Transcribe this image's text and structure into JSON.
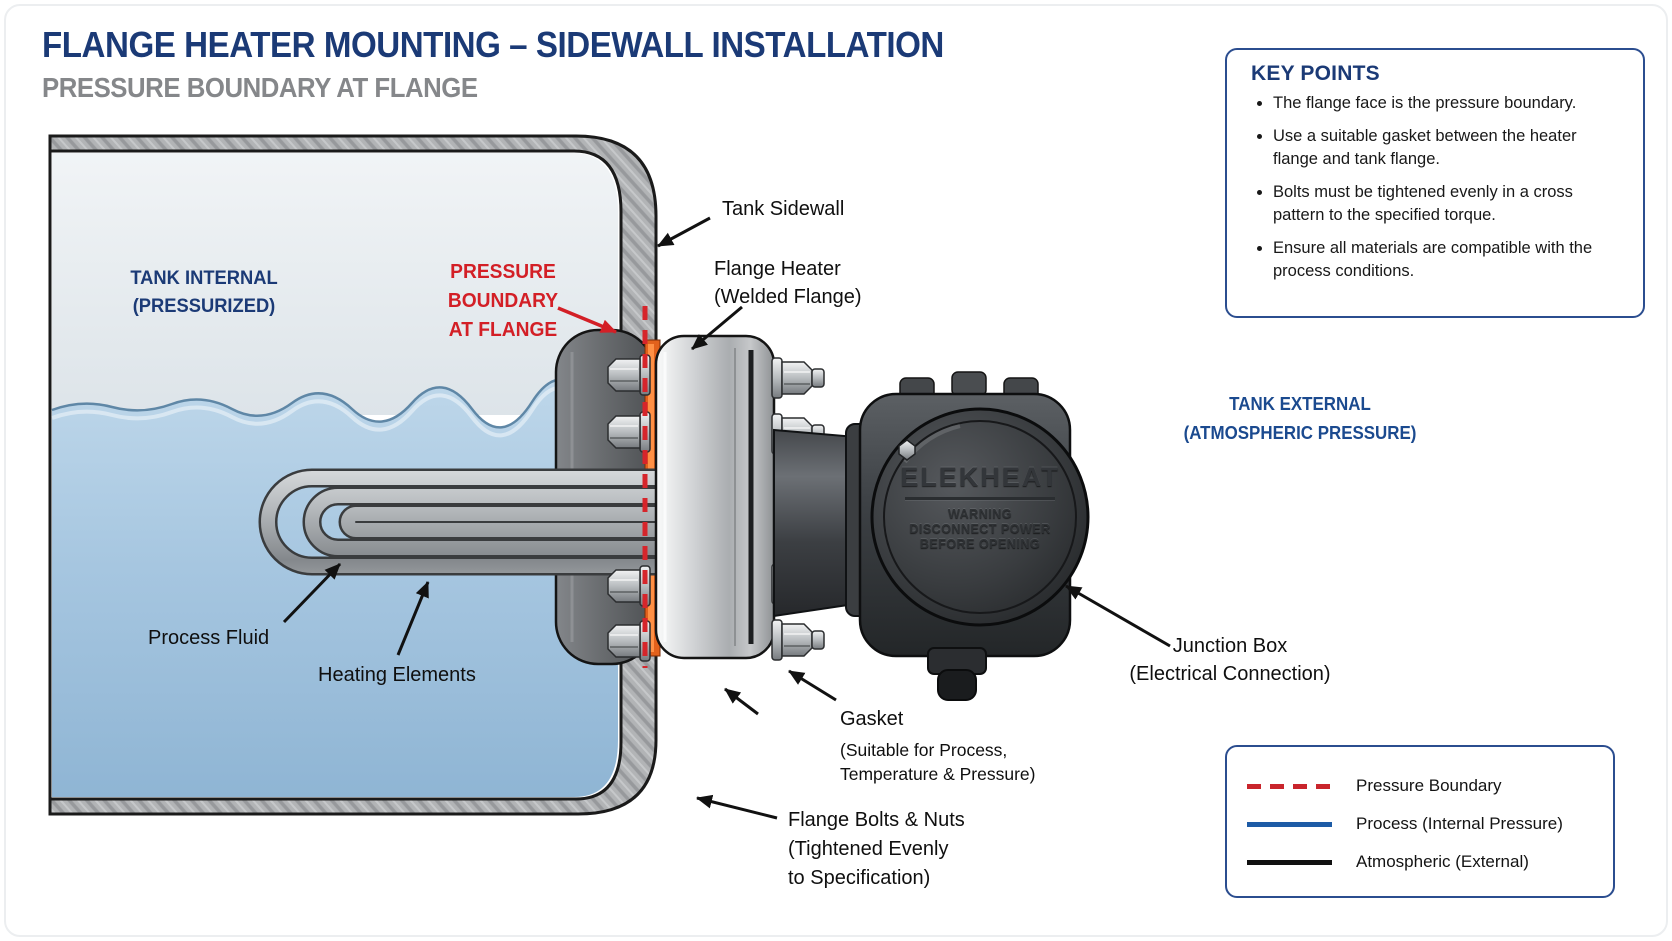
{
  "header": {
    "title": "FLANGE HEATER MOUNTING – SIDEWALL INSTALLATION",
    "subtitle": "PRESSURE BOUNDARY AT FLANGE"
  },
  "key_points": {
    "title": "KEY POINTS",
    "items": [
      "The flange face is the pressure boundary.",
      "Use a suitable gasket between the heater flange and tank flange.",
      "Bolts must be tightened evenly in a cross pattern to the specified torque.",
      "Ensure all materials are compatible with the process conditions."
    ]
  },
  "zones": {
    "tank_internal_line1": "TANK INTERNAL",
    "tank_internal_line2": "(PRESSURIZED)",
    "tank_external_line1": "TANK EXTERNAL",
    "tank_external_line2": "(ATMOSPHERIC PRESSURE)"
  },
  "pressure_boundary_callout": {
    "line1": "PRESSURE",
    "line2": "BOUNDARY",
    "line3": "AT FLANGE"
  },
  "diagram_labels": {
    "tank_sidewall": "Tank Sidewall",
    "flange_heater_line1": "Flange Heater",
    "flange_heater_line2": "(Welded Flange)",
    "process_fluid": "Process Fluid",
    "heating_elements": "Heating Elements",
    "gasket_title": "Gasket",
    "gasket_line1": "(Suitable for Process,",
    "gasket_line2": "Temperature & Pressure)",
    "flange_bolts_line1": "Flange Bolts & Nuts",
    "flange_bolts_line2": "(Tightened Evenly",
    "flange_bolts_line3": "to Specification)",
    "junction_box_line1": "Junction Box",
    "junction_box_line2": "(Electrical Connection)"
  },
  "junction_box_device": {
    "brand": "ELEKHEAT",
    "warning_line1": "WARNING",
    "warning_line2": "DISCONNECT POWER",
    "warning_line3": "BEFORE OPENING"
  },
  "legend": {
    "items": [
      {
        "label": "Pressure Boundary",
        "style": "dashed",
        "color": "#c9252c"
      },
      {
        "label": "Process (Internal Pressure)",
        "style": "solid",
        "color": "#1d5ba6"
      },
      {
        "label": "Atmospheric (External)",
        "style": "solid",
        "color": "#111111"
      }
    ]
  },
  "colors": {
    "accent_navy": "#1b3a76",
    "callout_red": "#d31f26",
    "legend_blue": "#1d5ba6",
    "gasket_orange": "#e2611c",
    "water_blue": "#9fc2de",
    "subtitle_gray": "#85878a"
  }
}
